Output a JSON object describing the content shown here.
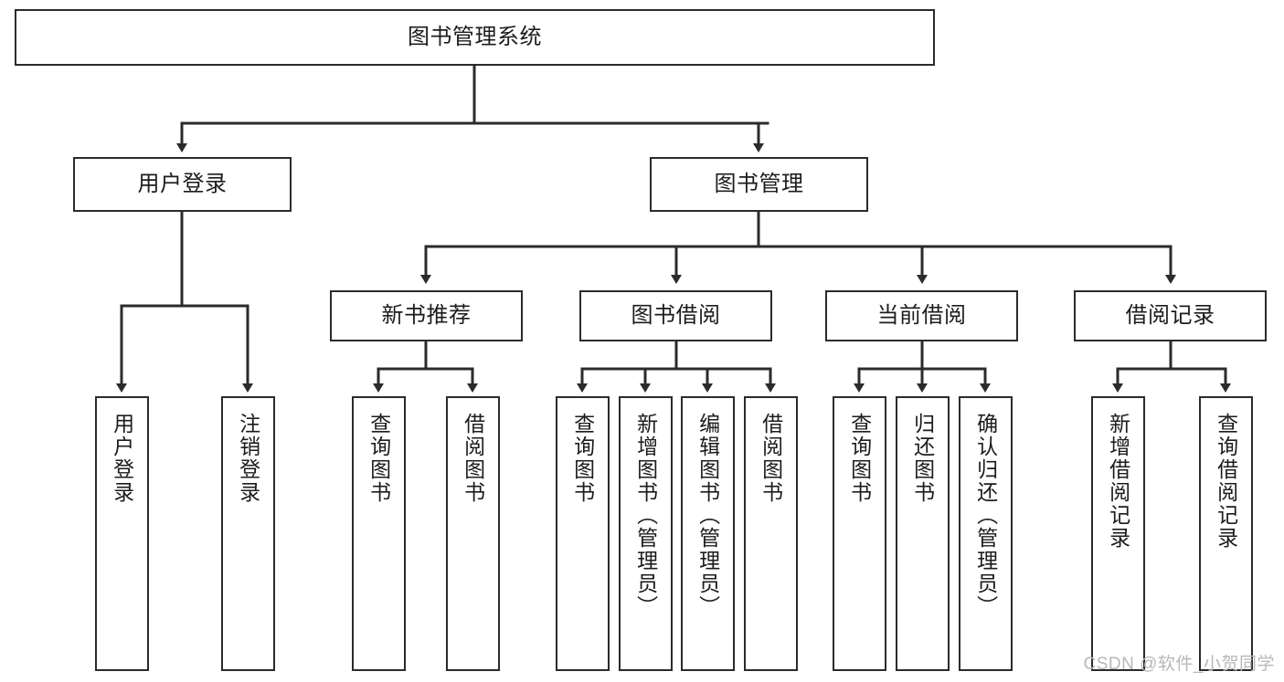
{
  "diagram": {
    "title": "图书管理系统",
    "type": "tree-hierarchy-chart",
    "background_color": "#ffffff",
    "stroke_color": "#2b2b2b",
    "text_color": "#1c1c1c"
  },
  "root": {
    "label": "图书管理系统"
  },
  "level1": [
    {
      "label": "用户登录"
    },
    {
      "label": "图书管理"
    }
  ],
  "level2": [
    {
      "label": "新书推荐"
    },
    {
      "label": "图书借阅"
    },
    {
      "label": "当前借阅"
    },
    {
      "label": "借阅记录"
    }
  ],
  "leaves": {
    "user_login": [
      {
        "label": "用户登录"
      },
      {
        "label": "注销登录"
      }
    ],
    "new_book_recommend": [
      {
        "label": "查询图书"
      },
      {
        "label": "借阅图书"
      }
    ],
    "book_borrow": [
      {
        "label": "查询图书"
      },
      {
        "label": "新增图书（管理员）"
      },
      {
        "label": "编辑图书（管理员）"
      },
      {
        "label": "借阅图书"
      }
    ],
    "current_borrow": [
      {
        "label": "查询图书"
      },
      {
        "label": "归还图书"
      },
      {
        "label": "确认归还（管理员）"
      }
    ],
    "borrow_record": [
      {
        "label": "新增借阅记录"
      },
      {
        "label": "查询借阅记录"
      }
    ]
  },
  "watermark": {
    "text": "CSDN @软件_小贺同学"
  }
}
